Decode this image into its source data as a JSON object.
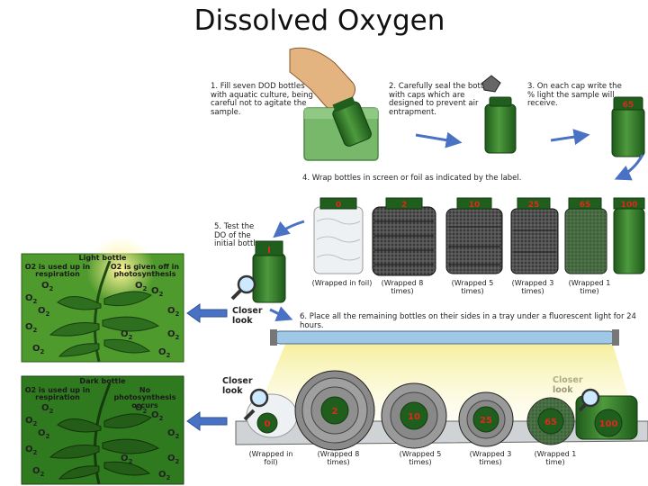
{
  "title": "Dissolved Oxygen",
  "steps": {
    "s1": "1. Fill seven DOD bottles with aquatic culture, being careful not to agitate the sample.",
    "s2": "2. Carefully seal the bottles with caps which are designed to prevent air entrapment.",
    "s3": "3. On each cap write the % light the sample will receive.",
    "s4": "4. Wrap bottles in screen or foil as indicated by the label.",
    "s5": "5. Test the DO of the initial bottle",
    "s6": "6. Place all the remaining bottles on their sides in a tray under a fluorescent light for 24 hours."
  },
  "cap_labels": {
    "step3": "65",
    "initial": "I",
    "row": [
      "0",
      "2",
      "10",
      "25",
      "65",
      "100"
    ],
    "tray": [
      "0",
      "2",
      "10",
      "25",
      "65",
      "100"
    ]
  },
  "wrap_captions": [
    "(Wrapped in foil)",
    "(Wrapped 8 times)",
    "(Wrapped 5 times)",
    "(Wrapped 3 times)",
    "(Wrapped 1 time)"
  ],
  "tray_captions": [
    "(Wrapped in foil)",
    "(Wrapped 8 times)",
    "(Wrapped 5 times)",
    "(Wrapped 3 times)",
    "(Wrapped 1 time)"
  ],
  "closer_look": "Closer look",
  "light_panel": {
    "title": "Light bottle",
    "left_heading": "O2 is used up in respiration",
    "right_heading": "O2 is given off in photosynthesis"
  },
  "dark_panel": {
    "title": "Dark bottle",
    "left_heading": "O2 is used up in respiration",
    "right_heading": "No photosynthesis occurs"
  },
  "o2_label": "O",
  "o2_sub": "2",
  "colors": {
    "bottle_green": "#2f7d2a",
    "cap_green": "#1f5e1c",
    "cap_text": "#e0281e",
    "panel_light": "#4f9a2c",
    "panel_dark": "#2f7a1e",
    "arrow_blue": "#4a72c4",
    "tube_blue": "#9fc8e6"
  }
}
